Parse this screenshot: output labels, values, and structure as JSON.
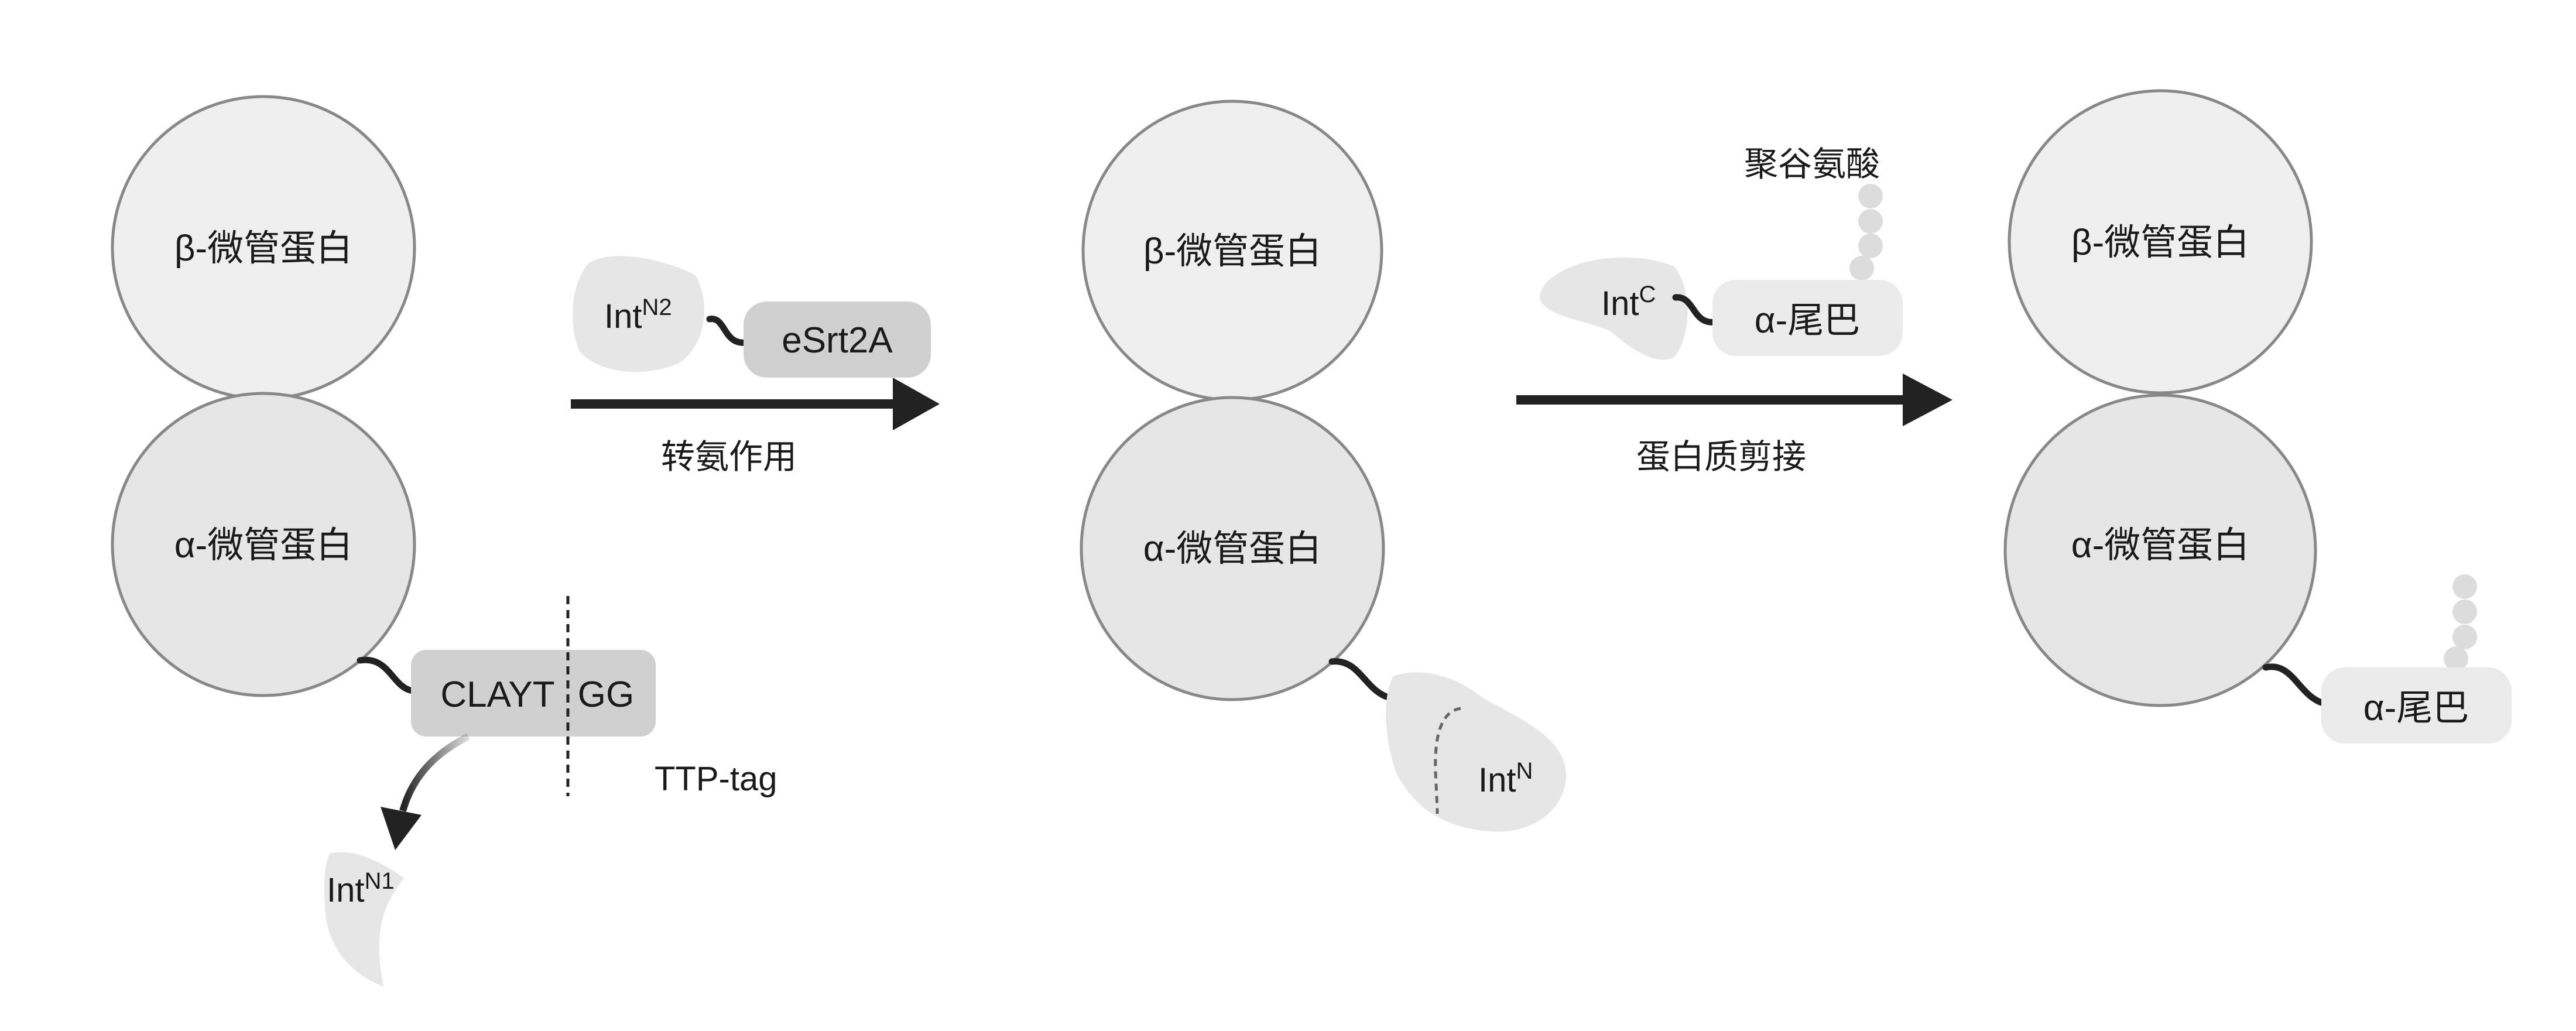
{
  "labels": {
    "beta_tubulin": "β-微管蛋白",
    "alpha_tubulin": "α-微管蛋白",
    "alpha_tail": "α-尾巴",
    "int": "Int",
    "sup_n1": "N1",
    "sup_n2": "N2",
    "sup_n": "N",
    "sup_c": "C",
    "clayt": "CLAYT",
    "gg": "GG",
    "ttp_tag": "TTP-tag",
    "esrt2a": "eSrt2A",
    "transamidation": "转氨作用",
    "protein_splicing": "蛋白质剪接",
    "polyglutamate": "聚谷氨酸"
  },
  "colors": {
    "circle_fill": "#efefef",
    "circle_stroke": "#888888",
    "tag_fill": "#d0d0d0",
    "blob_fill": "#e6e6e6",
    "tail_fill": "#ebebeb",
    "dot_fill": "#dcdcdc",
    "arrow": "#222222"
  }
}
